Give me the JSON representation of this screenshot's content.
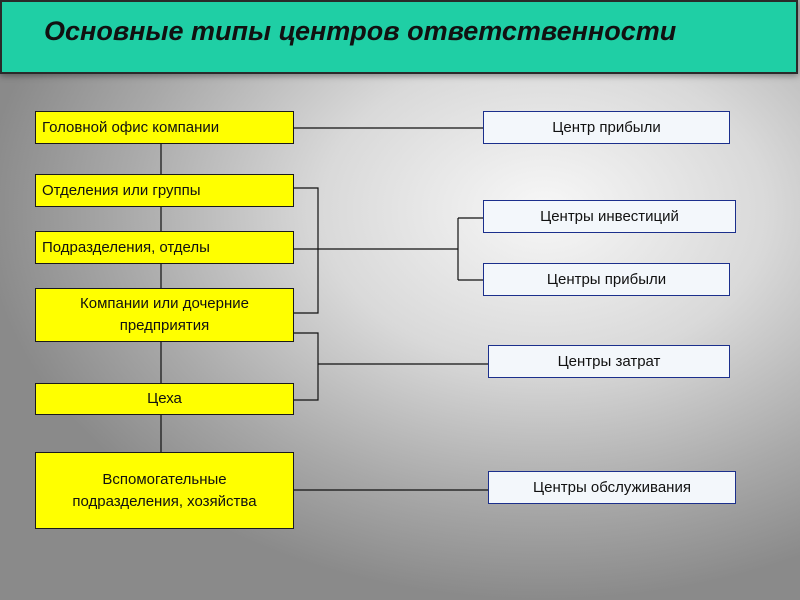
{
  "title": "Основные типы центров ответственности",
  "colors": {
    "title_bg": "#1fcfa5",
    "org_box_bg": "#ffff00",
    "center_box_bg": "#f3f7fb",
    "center_box_border": "#1b2f8c",
    "line": "#111111"
  },
  "org_levels": [
    {
      "label": "Головной офис компании"
    },
    {
      "label": "Отделения или группы"
    },
    {
      "label": "Подразделения, отделы"
    },
    {
      "label": "Компании или дочерние предприятия"
    },
    {
      "label": "Цеха"
    },
    {
      "label": "Вспомогательные подразделения, хозяйства"
    }
  ],
  "responsibility_centers": [
    {
      "label": "Центр прибыли"
    },
    {
      "label": "Центры инвестиций"
    },
    {
      "label": "Центры прибыли"
    },
    {
      "label": "Центры затрат"
    },
    {
      "label": "Центры обслуживания"
    }
  ]
}
